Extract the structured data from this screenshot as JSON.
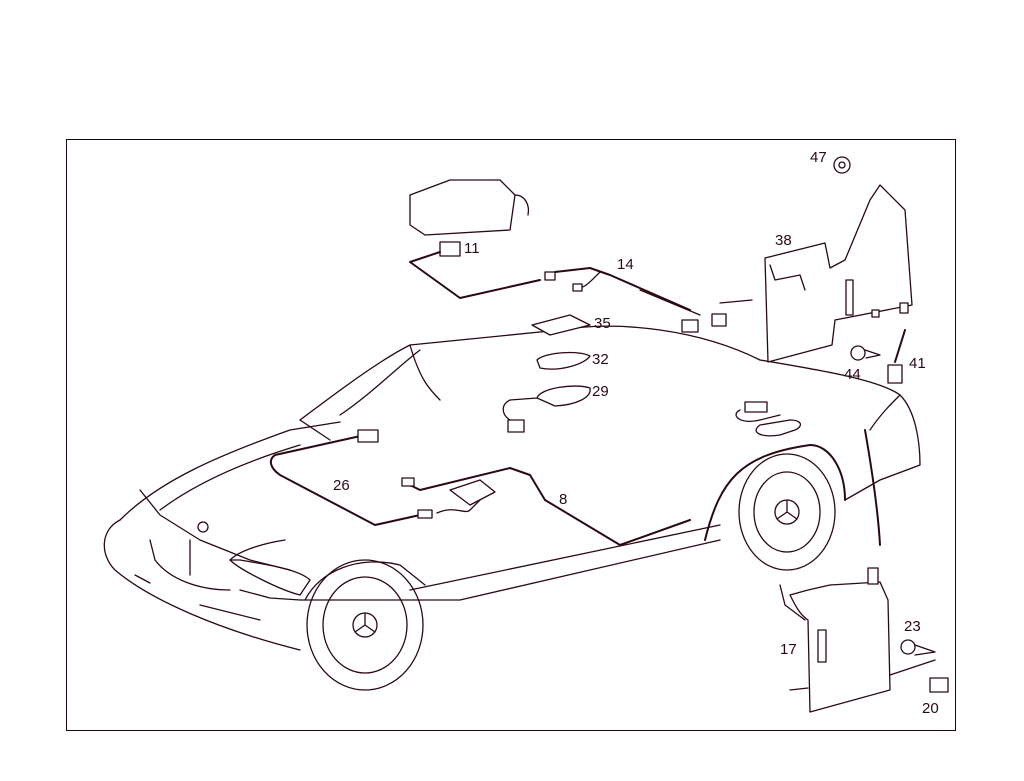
{
  "diagram": {
    "type": "exploded-parts-diagram",
    "subject": "Vehicle wiring harness and control unit mounting",
    "colors": {
      "line": "#2a0a10",
      "background": "#ffffff",
      "frame": "#1a0a0e"
    },
    "callouts": [
      {
        "id": "p8",
        "label": "8"
      },
      {
        "id": "p11",
        "label": "11"
      },
      {
        "id": "p14",
        "label": "14"
      },
      {
        "id": "p17",
        "label": "17"
      },
      {
        "id": "p20",
        "label": "20"
      },
      {
        "id": "p23",
        "label": "23"
      },
      {
        "id": "p26",
        "label": "26"
      },
      {
        "id": "p29",
        "label": "29"
      },
      {
        "id": "p32",
        "label": "32"
      },
      {
        "id": "p35",
        "label": "35"
      },
      {
        "id": "p38",
        "label": "38"
      },
      {
        "id": "p41",
        "label": "41"
      },
      {
        "id": "p44",
        "label": "44"
      },
      {
        "id": "p47",
        "label": "47"
      }
    ]
  }
}
